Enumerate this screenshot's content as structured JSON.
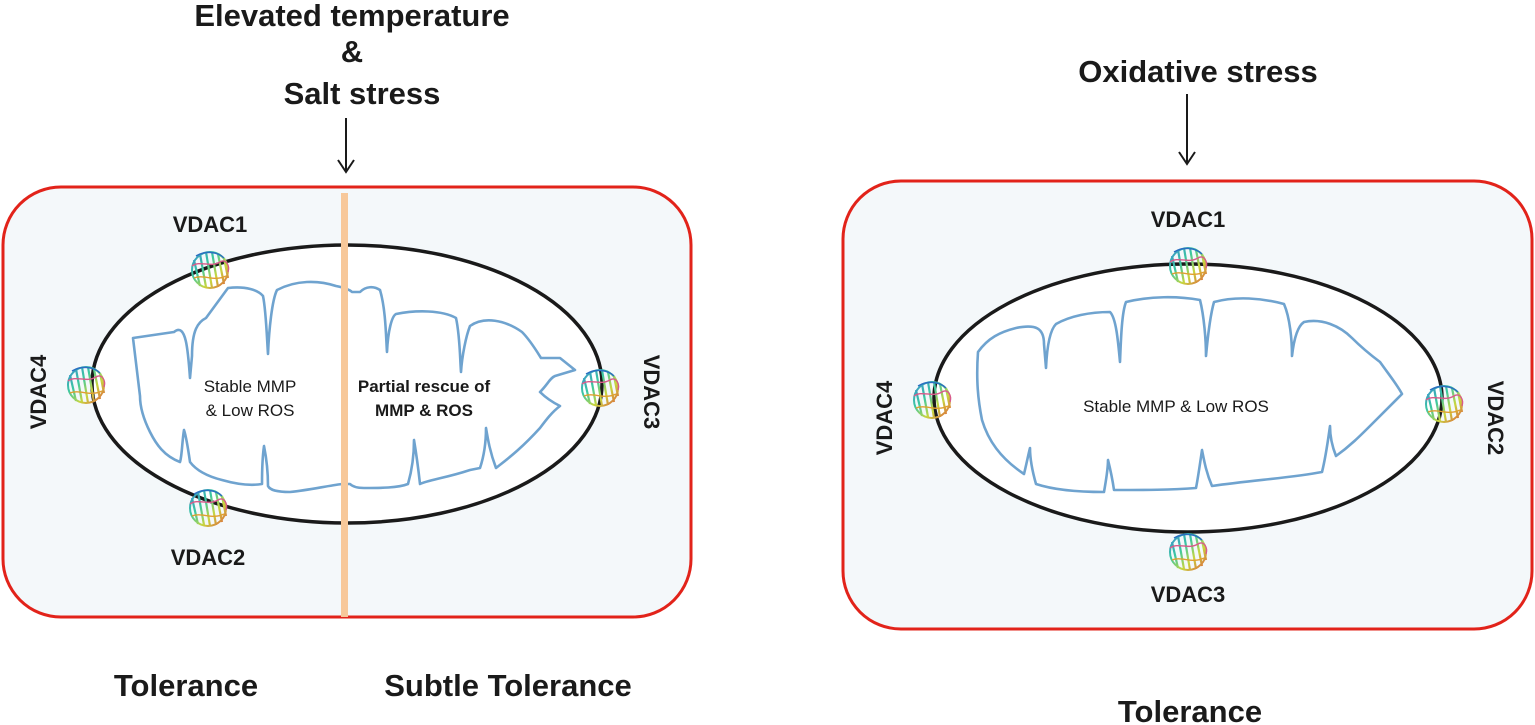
{
  "left_panel": {
    "stimulus_line1": "Elevated temperature",
    "stimulus_line2": "&",
    "stimulus_line3": "Salt stress",
    "vdac_top": "VDAC1",
    "vdac_left": "VDAC4",
    "vdac_right": "VDAC3",
    "vdac_bottom": "VDAC2",
    "inner_left_line1": "Stable MMP",
    "inner_left_line2": "& Low ROS",
    "inner_right_line1": "Partial rescue of",
    "inner_right_line2": "MMP & ROS",
    "outcome_left": "Tolerance",
    "outcome_right": "Subtle Tolerance"
  },
  "right_panel": {
    "stimulus": "Oxidative stress",
    "vdac_top": "VDAC1",
    "vdac_left": "VDAC4",
    "vdac_right": "VDAC2",
    "vdac_bottom": "VDAC3",
    "inner_text": "Stable MMP & Low ROS",
    "outcome": "Tolerance"
  },
  "colors": {
    "cell_border": "#e2231a",
    "cell_fill": "#f4f8fa",
    "cristae": "#6fa3cf",
    "divider": "#f7c89a"
  },
  "icons": {
    "vdac": "vdac-protein-icon",
    "arrow": "arrow-down-icon"
  }
}
